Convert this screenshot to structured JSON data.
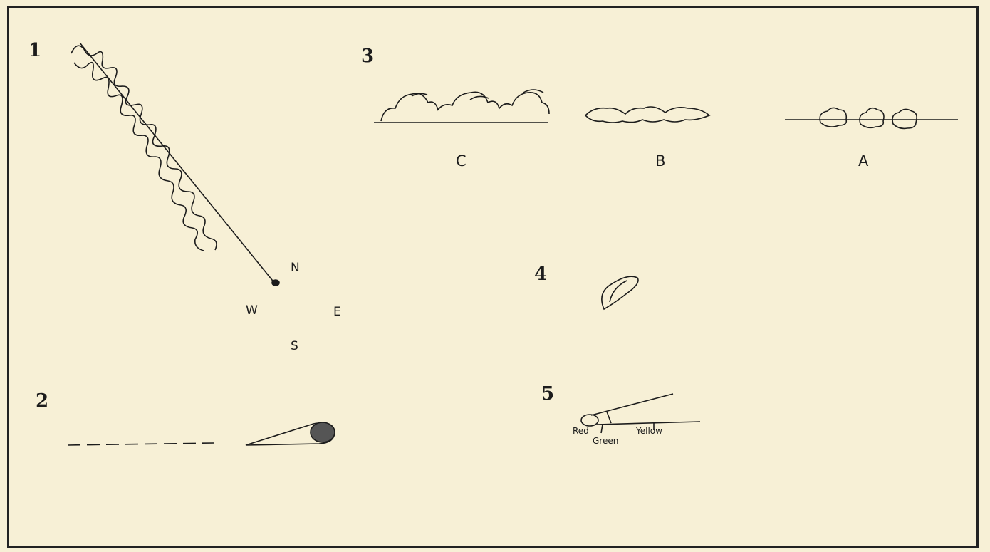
{
  "figures": {
    "fig1": {
      "number": "1",
      "compass": {
        "north": "N",
        "west": "W",
        "east": "E",
        "south": "S"
      }
    },
    "fig2": {
      "number": "2"
    },
    "fig3": {
      "number": "3",
      "labels": {
        "c": "C",
        "b": "B",
        "a": "A"
      }
    },
    "fig4": {
      "number": "4"
    },
    "fig5": {
      "number": "5",
      "labels": {
        "red": "Red",
        "green": "Green",
        "yellow": "Yellow"
      }
    }
  }
}
